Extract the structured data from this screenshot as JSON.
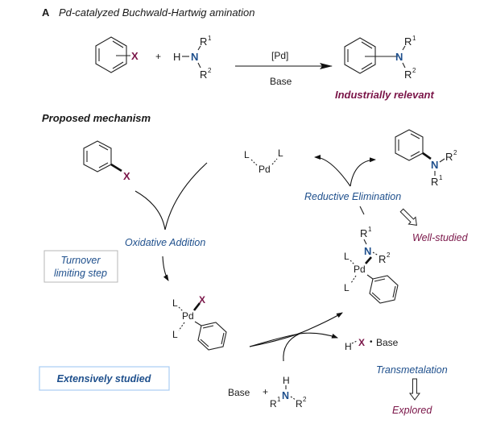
{
  "colors": {
    "accent_blue": "#1e4f8c",
    "accent_purple": "#7a1548",
    "box_grey_border": "#b7b7b7",
    "box_blue_border": "#a9cdf3"
  },
  "section_a": {
    "letter": "A",
    "title": "Pd-catalyzed Buchwald-Hartwig amination",
    "reactant1": {
      "substituent": "X"
    },
    "plus": "+",
    "reactant2": {
      "h": "H",
      "n": "N",
      "r1": "R",
      "r1_sup": "1",
      "r2": "R",
      "r2_sup": "2"
    },
    "arrow_above": "[Pd]",
    "arrow_below": "Base",
    "product": {
      "n": "N",
      "r1": "R",
      "r1_sup": "1",
      "r2": "R",
      "r2_sup": "2"
    },
    "product_note": "Industrially relevant"
  },
  "mechanism": {
    "title": "Proposed mechanism",
    "aryl_halide": {
      "x": "X"
    },
    "pd_catalyst": {
      "l1": "L",
      "l2": "L",
      "pd": "Pd"
    },
    "product": {
      "n": "N",
      "r2": "R",
      "r2_sup": "2",
      "r1": "R",
      "r1_sup": "1"
    },
    "steps": {
      "oxidative_addition": "Oxidative Addition",
      "reductive_elimination": "Reductive Elimination",
      "transmetalation": "Transmetalation"
    },
    "oa_complex": {
      "l1": "L",
      "l2": "L",
      "pd": "Pd",
      "x": "X"
    },
    "amido_complex": {
      "l1": "L",
      "l2": "L",
      "pd": "Pd",
      "n": "N",
      "r1": "R",
      "r1_sup": "1",
      "r2": "R",
      "r2_sup": "2"
    },
    "byproduct": {
      "h": "H",
      "x": "X",
      "dot": "•",
      "base": "Base"
    },
    "amine_input": {
      "base": "Base",
      "plus": "+",
      "h": "H",
      "n": "N",
      "r1": "R",
      "r1_sup": "1",
      "r2": "R",
      "r2_sup": "2"
    },
    "notes": {
      "turnover_line1": "Turnover",
      "turnover_line2": "limiting step",
      "extensively_studied": "Extensively studied",
      "well_studied": "Well-studied",
      "explored": "Explored"
    }
  }
}
